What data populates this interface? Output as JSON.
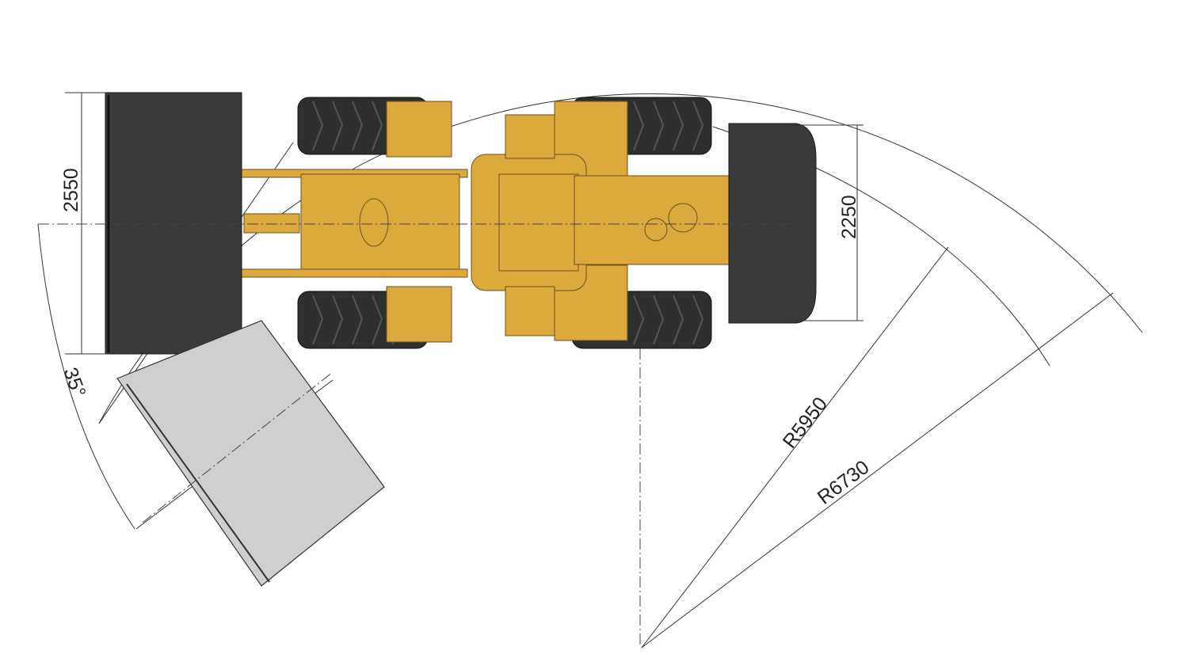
{
  "diagram": {
    "title": "Wheel loader top view – turning radius",
    "dimensions": {
      "bucket_width": "2550",
      "tread_width": "2250",
      "articulation_angle": "35°",
      "inner_radius": "R5950",
      "outer_radius": "R6730"
    },
    "colors": {
      "body": "#dcaa3c",
      "bucket": "#3b3a3a",
      "bucket_turned": "#cfcfcf",
      "tires": "#2f2f2f"
    }
  }
}
